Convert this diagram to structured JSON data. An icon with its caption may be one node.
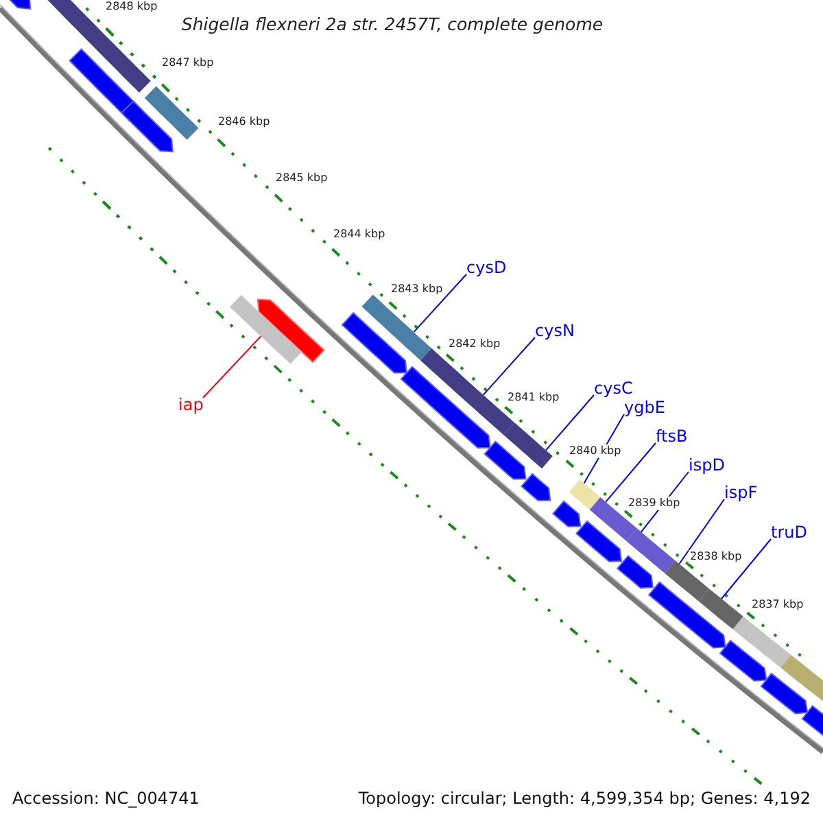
{
  "diagram": {
    "title": "Shigella flexneri 2a str. 2457T, complete genome",
    "nodes": [
      {
        "text": [
          "cysD"
        ]
      },
      {
        "text": [
          "cysN"
        ]
      },
      {
        "text": [
          "cysC"
        ]
      },
      {
        "text": [
          "ygbE"
        ]
      },
      {
        "text": [
          "ftsB"
        ]
      },
      {
        "text": [
          "ispD"
        ]
      },
      {
        "text": [
          "ispF"
        ]
      },
      {
        "text": [
          "truD"
        ]
      },
      {
        "text": [
          "iap"
        ]
      },
      {
        "text": [],
        "shape": "bar"
      },
      {
        "text": [],
        "shape": "bar"
      },
      {
        "text": [],
        "shape": "bar"
      },
      {
        "text": [],
        "shape": "bar"
      },
      {
        "text": [],
        "shape": "bar"
      },
      {
        "text": [],
        "shape": "bar"
      },
      {
        "text": [],
        "shape": "bar"
      },
      {
        "text": [],
        "shape": "bar"
      },
      {
        "text": [],
        "shape": "bar"
      }
    ],
    "edges": [
      {
        "from": 0,
        "to": 10,
        "arrow": "none"
      },
      {
        "from": 1,
        "to": 11,
        "arrow": "none"
      },
      {
        "from": 2,
        "to": 12,
        "arrow": "none"
      },
      {
        "from": 3,
        "to": 13,
        "arrow": "none"
      },
      {
        "from": 4,
        "to": 14,
        "arrow": "none"
      },
      {
        "from": 5,
        "to": 15,
        "arrow": "none"
      },
      {
        "from": 6,
        "to": 16,
        "arrow": "none"
      },
      {
        "from": 7,
        "to": 17,
        "arrow": "none"
      },
      {
        "from": 8,
        "to": 9,
        "arrow": "none",
        "color": "#ff0000"
      }
    ],
    "labels": [
      "2848 kbp",
      "2847 kbp",
      "2846 kbp",
      "2845 kbp",
      "2844 kbp",
      "2843 kbp",
      "2842 kbp",
      "2841 kbp",
      "2840 kbp",
      "2839 kbp",
      "2838 kbp",
      "2837 kbp",
      "Accession: NC_004741",
      "Topology: circular; Length: 4,599,354 bp; Genes: 4,192"
    ]
  }
}
